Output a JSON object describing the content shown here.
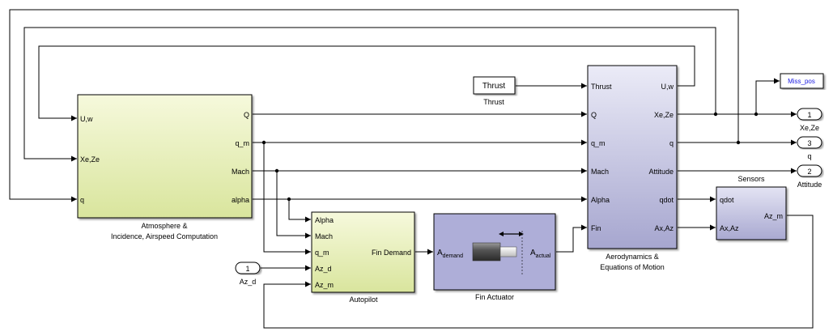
{
  "blocks": {
    "atmosphere": {
      "caption_line1": "Atmosphere &",
      "caption_line2": "Incidence, Airspeed Computation",
      "inputs": [
        "U,w",
        "Xe,Ze",
        "q"
      ],
      "outputs": [
        "Q",
        "q_m",
        "Mach",
        "alpha"
      ]
    },
    "autopilot": {
      "caption": "Autopilot",
      "inputs": [
        "Alpha",
        "Mach",
        "q_m",
        "Az_d",
        "Az_m"
      ],
      "output": "Fin Demand"
    },
    "fin_actuator": {
      "caption": "Fin Actuator",
      "in_main": "A",
      "in_sub": "demand",
      "out_main": "A",
      "out_sub": "actual"
    },
    "aerodynamics": {
      "caption_line1": "Aerodynamics &",
      "caption_line2": "Equations of Motion",
      "inputs": [
        "Thrust",
        "Q",
        "q_m",
        "Mach",
        "Alpha",
        "Fin"
      ],
      "outputs": [
        "U,w",
        "Xe,Ze",
        "q",
        "Attitude",
        "qdot",
        "Ax,Az"
      ]
    },
    "sensors": {
      "caption": "Sensors",
      "inputs": [
        "qdot",
        "Ax,Az"
      ],
      "output": "Az_m"
    },
    "thrust": {
      "label": "Thrust",
      "caption": "Thrust"
    },
    "goto": {
      "label": "Miss_pos"
    }
  },
  "ports": {
    "in_azd": {
      "number": "1",
      "caption": "Az_d"
    },
    "out_xeze": {
      "number": "1",
      "caption": "Xe,Ze"
    },
    "out_q": {
      "number": "3",
      "caption": "q"
    },
    "out_attitude": {
      "number": "2",
      "caption": "Attitude"
    }
  },
  "colors": {
    "atmosphere_top": "#f6f9dc",
    "atmosphere_bottom": "#d9e59d",
    "aero_top": "#e9e9f6",
    "aero_bottom": "#a8a8d0",
    "actuator": "#aeaed8",
    "goto_text": "#1a1ae0"
  }
}
